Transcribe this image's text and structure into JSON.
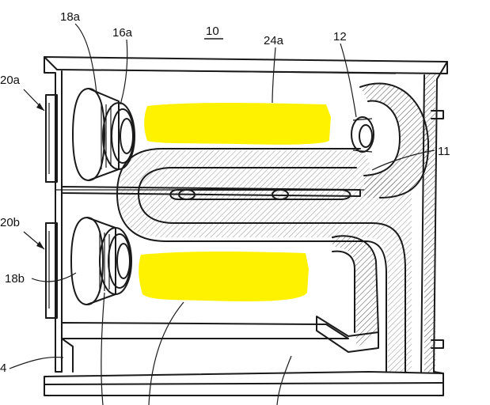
{
  "labels": {
    "fig_number": "10",
    "ref_18a": "18a",
    "ref_16a": "16a",
    "ref_24a": "24a",
    "ref_12": "12",
    "ref_20a": "20a",
    "ref_11": "11",
    "ref_20b": "20b",
    "ref_18b": "18b",
    "ref_4": "4"
  },
  "colors": {
    "highlight": "#fff200",
    "ink": "#1a1a1a"
  }
}
